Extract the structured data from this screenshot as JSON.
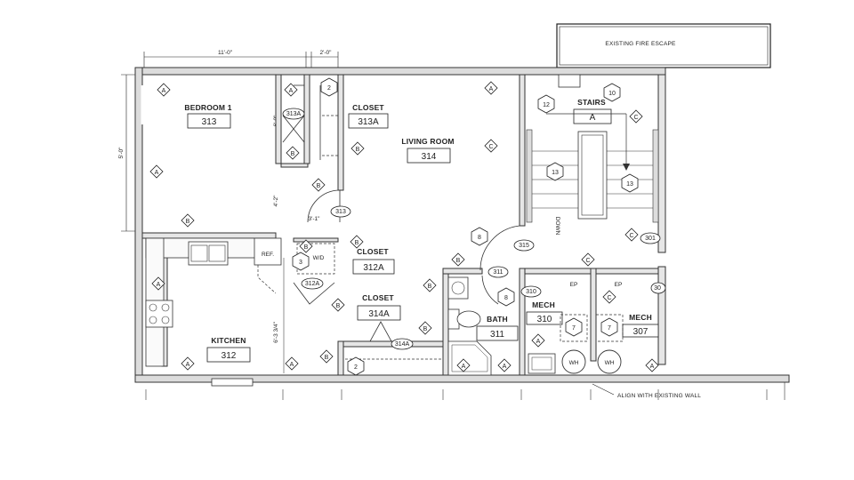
{
  "fire_escape": {
    "label": "EXISTING FIRE ESCAPE"
  },
  "note_align_wall": "ALIGN WITH EXISTING WALL",
  "dimensions": {
    "d1": "11'-0\"",
    "d2": "2'-0\"",
    "d3": "5'-0\"",
    "d4": "6'-0\"",
    "d5": "4'-2\"",
    "d6": "3'-1\"",
    "d7": "6'-3 3/4\""
  },
  "rooms": {
    "bedroom": {
      "label": "BEDROOM 1",
      "number": "313"
    },
    "closet_313a": {
      "label": "CLOSET",
      "number": "313A"
    },
    "living": {
      "label": "LIVING ROOM",
      "number": "314"
    },
    "stairs": {
      "label": "STAIRS",
      "number": "A"
    },
    "closet_312a": {
      "label": "CLOSET",
      "number": "312A"
    },
    "closet_314a": {
      "label": "CLOSET",
      "number": "314A"
    },
    "kitchen": {
      "label": "KITCHEN",
      "number": "312"
    },
    "bath": {
      "label": "BATH",
      "number": "311"
    },
    "mech_310": {
      "label": "MECH",
      "number": "310"
    },
    "mech_307": {
      "label": "MECH",
      "number": "307"
    }
  },
  "fixtures": {
    "ref": "REF.",
    "wd": "W/D",
    "down": "DOWN",
    "wh": "WH",
    "ep": "EP"
  },
  "door_tags": {
    "t313": "313",
    "t313a": "313A",
    "t312a": "312A",
    "t314a": "314A",
    "t315": "315",
    "t311": "311",
    "t310": "310",
    "t301": "301",
    "t30x": "30"
  },
  "wall_tag_letters": {
    "A": "A",
    "B": "B",
    "C": "C"
  },
  "hex_tags": {
    "two": "2",
    "three": "3",
    "seven": "7",
    "eight": "8",
    "ten": "10",
    "twelve": "12",
    "thirteen": "13"
  }
}
